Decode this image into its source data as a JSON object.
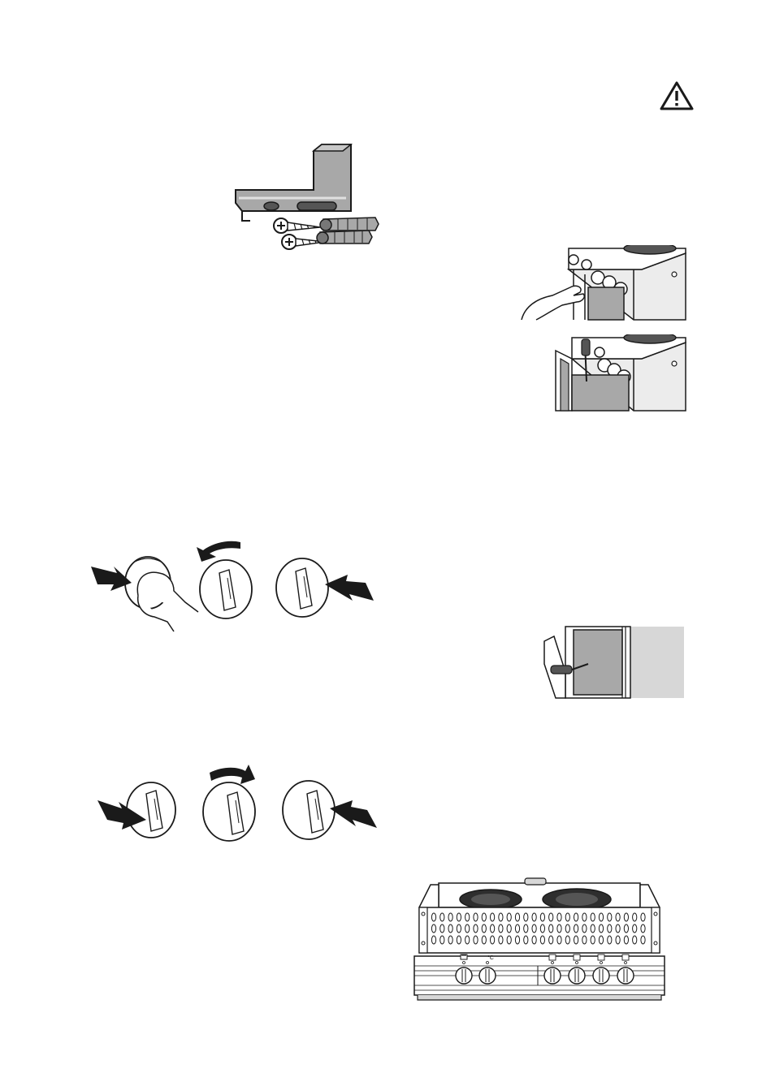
{
  "colors": {
    "line": "#1a1a1a",
    "panel_gray": "#a8a8a8",
    "light_gray": "#d7d7d7",
    "hob_dark": "#555555",
    "hob_ring": "#2e2e2e",
    "background": "#ffffff"
  },
  "icons": {
    "warning": "warning-triangle-icon",
    "bracket": "anti-tilt-bracket-icon",
    "arrow": "rotation-arrow-icon"
  },
  "knobs": {
    "row1": [
      "pull-off",
      "turn-counterclockwise",
      "push-on"
    ],
    "row2": [
      "pull-off",
      "turn-clockwise",
      "push-on"
    ]
  },
  "control_panel": {
    "oven_temp_symbol": "°C"
  }
}
